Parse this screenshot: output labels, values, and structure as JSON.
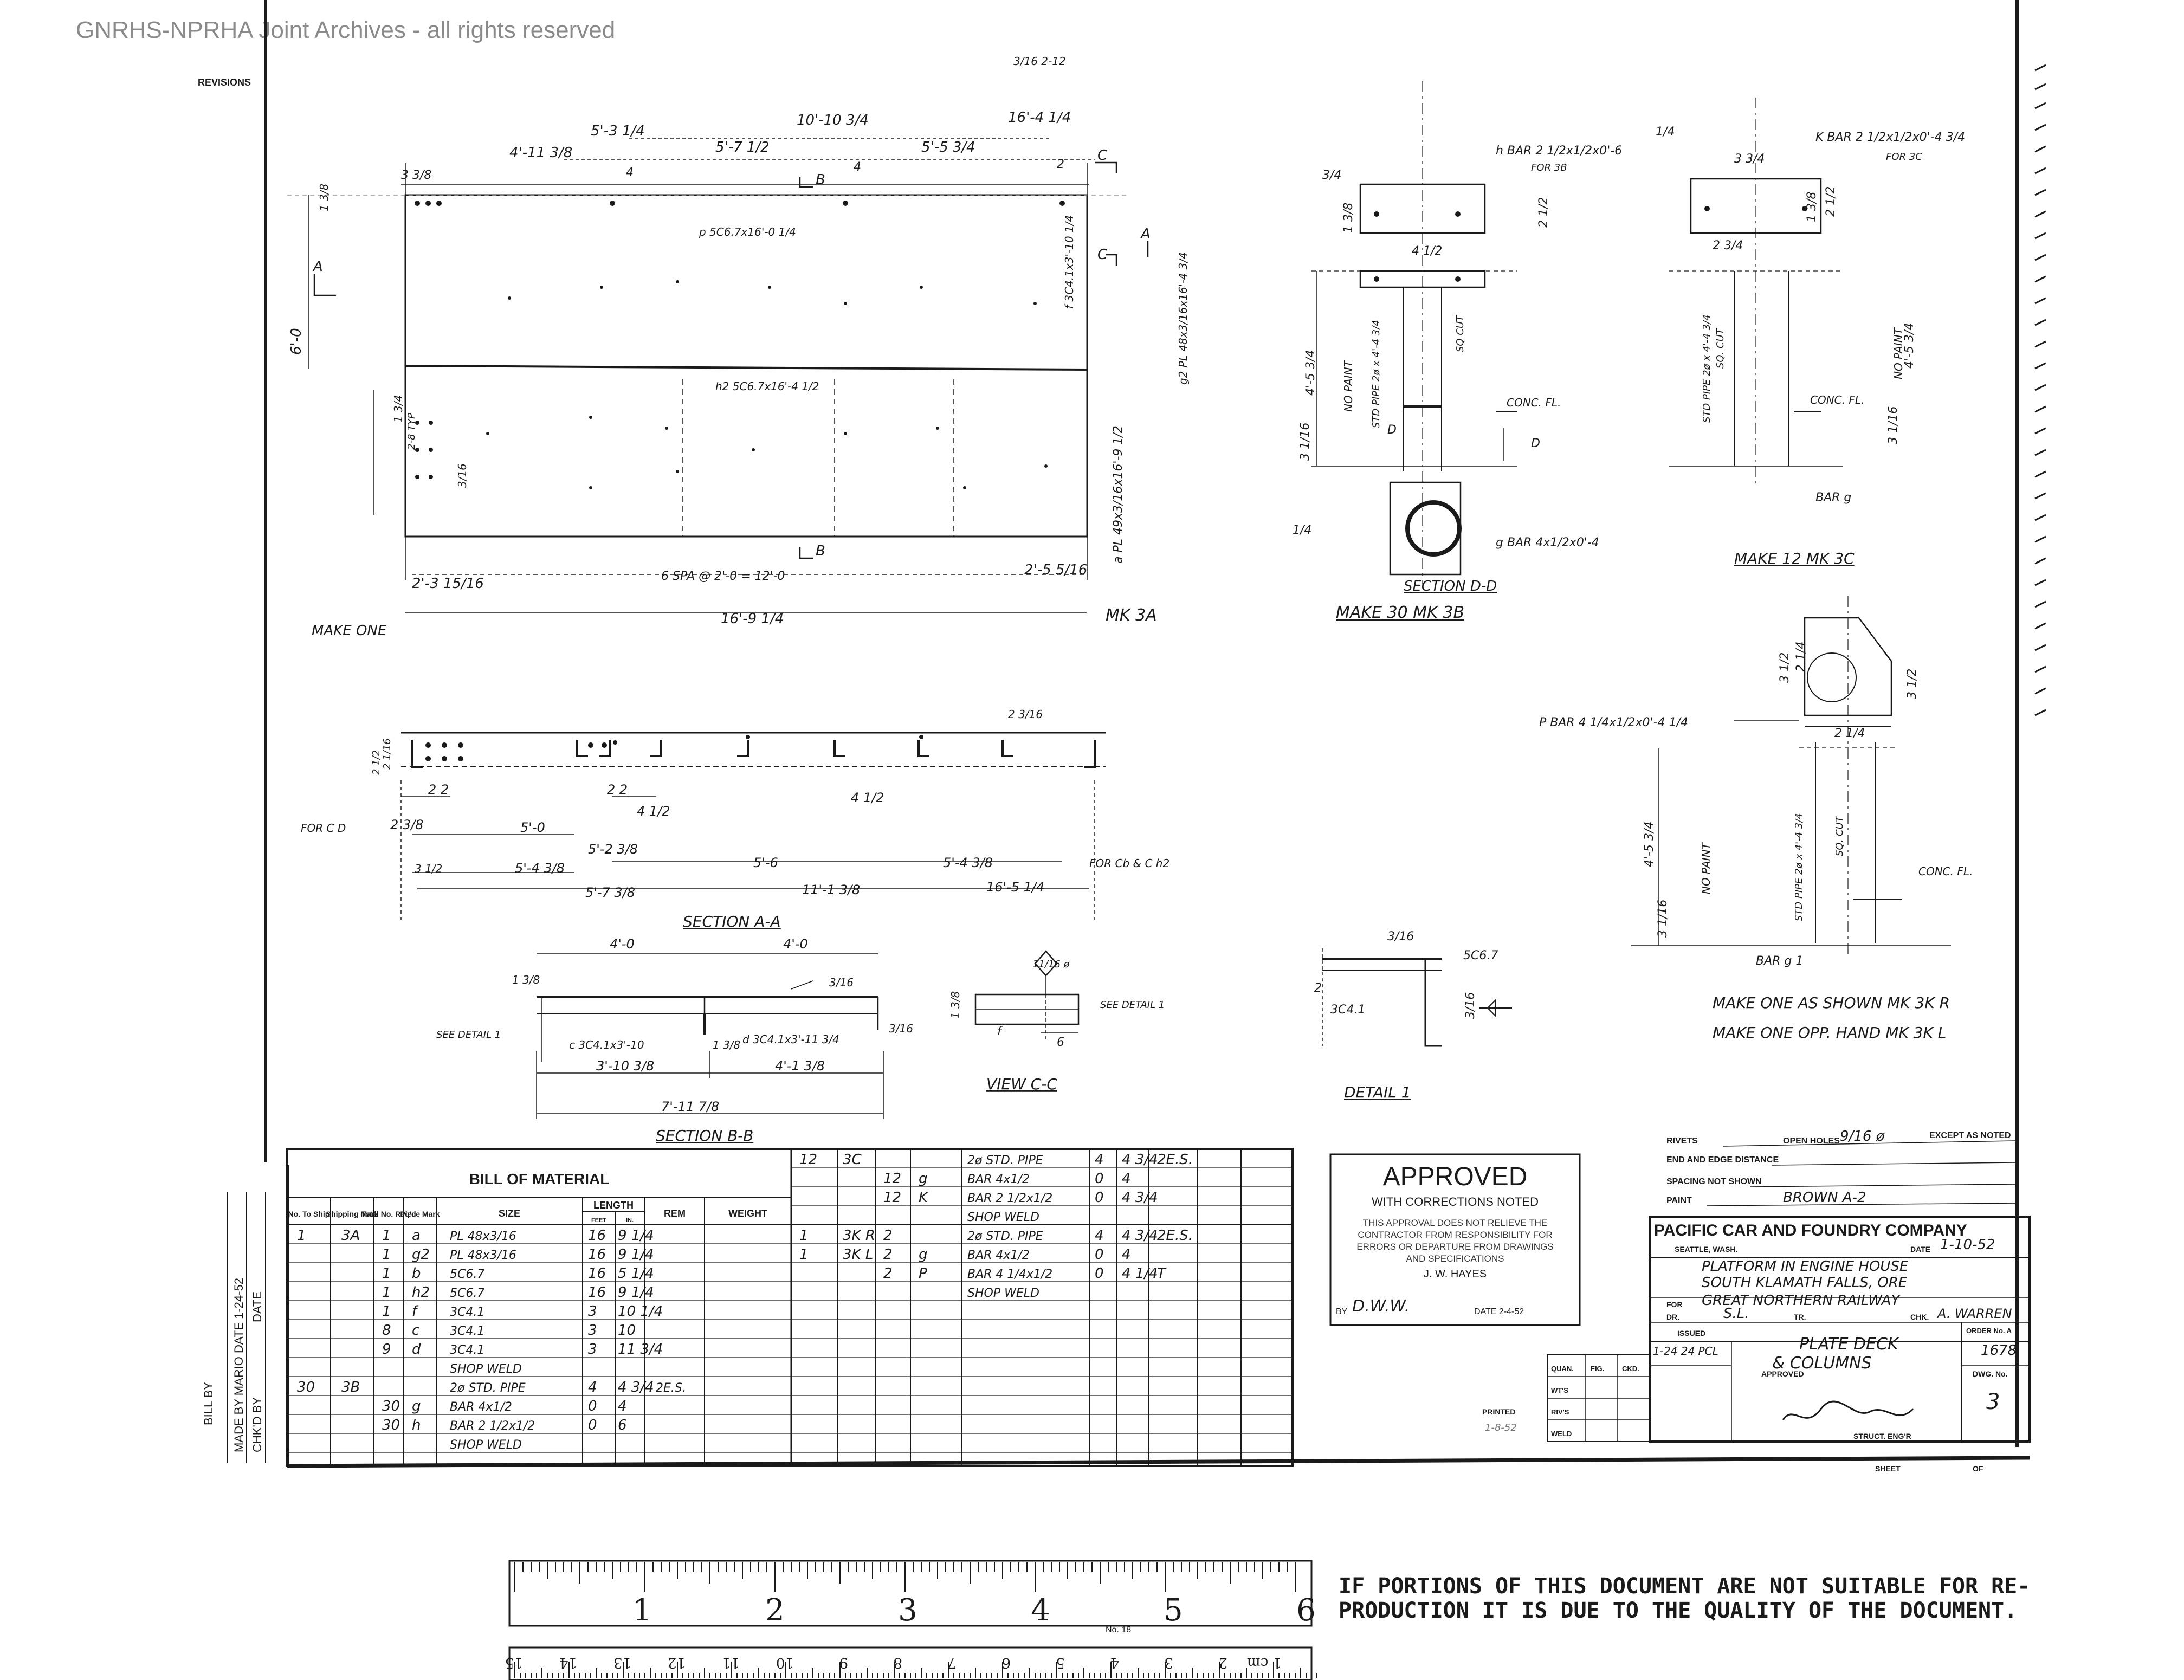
{
  "watermark": "GNRHS-NPRHA Joint Archives - all rights reserved",
  "revisions_label": "REVISIONS",
  "colors": {
    "ink": "#1a1a1a",
    "paper": "#ffffff",
    "light": "#9a9a9a"
  },
  "plan_3a": {
    "top_dims": [
      "4'-11 3/8",
      "5'-3 1/4",
      "5'-7 1/2",
      "10'-10 3/4",
      "5'-5 3/4",
      "16'-4 1/4"
    ],
    "small_dims": [
      "3 3/8",
      "4",
      "4",
      "2"
    ],
    "weld_top": "3/16  2-12",
    "plate_label_p": "p 5C6.7x16'-0 1/4",
    "plate_label_h": "h2 5C6.7x16'-4 1/2",
    "f_label": "f 3C4.1x3'-10 1/4",
    "a_label": "a PL 49x3/16x16'-9 1/2",
    "g_label": "g2 PL 48x3/16x16'-4 3/4",
    "height_dim": "6'-0",
    "left_dims": [
      "1 3/8",
      "1 3/4",
      "2-8 TYP",
      "3/16"
    ],
    "bottom_dims": [
      "2'-3 15/16",
      "6 SPA @ 2'-0 = 12'-0",
      "2'-5 5/16",
      "16'-9 1/4"
    ],
    "mark": "MK 3A",
    "make": "MAKE ONE",
    "section_letters": [
      "A",
      "A",
      "B",
      "B",
      "C",
      "C"
    ]
  },
  "section_aa": {
    "title": "SECTION A-A",
    "dims": [
      "2 1/2",
      "2 1/16",
      "2 2",
      "2 3/8",
      "5'-0",
      "2 2",
      "4 1/2",
      "5'-2 3/8",
      "5'-4 3/8",
      "5'-7 3/8",
      "5'-6",
      "11'-1 3/8",
      "5'-4 3/8",
      "16'-5 1/4",
      "3 1/2",
      "4 1/2",
      "2 3/16"
    ],
    "for_cd": "FOR C D",
    "for_cb": "FOR Cb & C h2"
  },
  "section_bb": {
    "title": "SECTION B-B",
    "dims": [
      "4'-0",
      "4'-0",
      "3'-10 3/8",
      "4'-1 3/8",
      "7'-11 7/8",
      "1 3/8",
      "1 3/8",
      "3/16"
    ],
    "c_label": "c 3C4.1x3'-10",
    "d_label": "d 3C4.1x3'-11 3/4",
    "see_detail": "SEE DETAIL 1"
  },
  "view_cc": {
    "title": "VIEW C-C",
    "dims": [
      "1 3/8",
      "6"
    ],
    "see_detail": "SEE DETAIL 1",
    "hole": "11/16 ø",
    "f_mark": "f"
  },
  "detail_1": {
    "title": "DETAIL 1",
    "labels": [
      "3/16",
      "5C6.7",
      "3C4.1",
      "3/16",
      "2"
    ]
  },
  "mk_3b": {
    "bar_h": "h BAR 2 1/2x1/2x0'-6",
    "for": "FOR 3B",
    "dims": [
      "4 1/2",
      "2 1/2",
      "1 3/8",
      "3/4",
      "4'-5 3/4",
      "3 1/16",
      "1/4"
    ],
    "pipe": "STD PIPE 2ø x 4'-4 3/4",
    "no_paint": "NO PAINT",
    "sq_cut": "SQ CUT",
    "conc": "CONC. FL.",
    "bar_g": "g BAR 4x1/2x0'-4",
    "section": "SECTION D-D",
    "make": "MAKE 30 MK 3B",
    "d_mark": "D"
  },
  "mk_3c": {
    "bar_k": "K BAR 2 1/2x1/2x0'-4 3/4",
    "for": "FOR 3C",
    "dims": [
      "3 3/4",
      "2 3/4",
      "1 3/8",
      "2 1/2",
      "3 1/16",
      "4'-5 3/4",
      "1/4"
    ],
    "pipe": "STD PIPE 2ø x 4'-4 3/4",
    "no_paint": "NO PAINT",
    "sq_cut": "SQ. CUT",
    "conc": "CONC. FL.",
    "bar_g": "BAR g",
    "make": "MAKE 12 MK 3C"
  },
  "mk_3k": {
    "bar_p": "P BAR 4 1/4x1/2x0'-4 1/4",
    "dims": [
      "3 1/2",
      "2 1/4",
      "2 1/4",
      "3 1/2",
      "4'-5 3/4",
      "3 1/16"
    ],
    "pipe": "STD PIPE 2ø x 4'-4 3/4",
    "no_paint": "NO PAINT",
    "sq_cut": "SQ. CUT",
    "conc": "CONC. FL.",
    "bar_g": "BAR g 1",
    "make_1": "MAKE ONE AS SHOWN MK 3K R",
    "make_2": "MAKE ONE OPP. HAND MK 3K L"
  },
  "bom": {
    "title": "BILL OF MATERIAL",
    "headers": [
      "No. To Ship",
      "Shipping Mark",
      "Total No. Req'd",
      "Piece Mark",
      "SIZE",
      "LENGTH",
      "REM",
      "WEIGHT"
    ],
    "length_sub": [
      "FEET",
      "IN."
    ],
    "rows": [
      [
        "1",
        "3A",
        "1",
        "a",
        "PL 48x3/16",
        "16",
        "9 1/4"
      ],
      [
        "",
        "",
        "1",
        "g2",
        "PL 48x3/16",
        "16",
        "9 1/4"
      ],
      [
        "",
        "",
        "1",
        "b",
        "5C6.7",
        "16",
        "5 1/4"
      ],
      [
        "",
        "",
        "1",
        "h2",
        "5C6.7",
        "16",
        "9 1/4"
      ],
      [
        "",
        "",
        "1",
        "f",
        "3C4.1",
        "3",
        "10 1/4"
      ],
      [
        "",
        "",
        "8",
        "c",
        "3C4.1",
        "3",
        "10"
      ],
      [
        "",
        "",
        "9",
        "d",
        "3C4.1",
        "3",
        "11 3/4"
      ],
      [
        "",
        "",
        "",
        "",
        "SHOP WELD",
        "",
        ""
      ],
      [
        "30",
        "3B",
        "",
        "",
        "2ø STD. PIPE",
        "4",
        "4 3/4"
      ],
      [
        "",
        "",
        "30",
        "g",
        "BAR 4x1/2",
        "0",
        "4"
      ],
      [
        "",
        "",
        "30",
        "h",
        "BAR 2 1/2x1/2",
        "0",
        "6"
      ],
      [
        "",
        "",
        "",
        "",
        "SHOP WELD",
        "",
        ""
      ]
    ],
    "row_rem": "2E.S.",
    "right_rows": [
      [
        "12",
        "3C",
        "",
        "",
        "2ø STD. PIPE",
        "4",
        "4 3/4",
        "2E.S."
      ],
      [
        "",
        "",
        "12",
        "g",
        "BAR 4x1/2",
        "0",
        "4",
        ""
      ],
      [
        "",
        "",
        "12",
        "K",
        "BAR 2 1/2x1/2",
        "0",
        "4 3/4",
        ""
      ],
      [
        "",
        "",
        "",
        "",
        "SHOP WELD",
        "",
        "",
        ""
      ],
      [
        "1",
        "3K R",
        "2",
        "",
        "2ø STD. PIPE",
        "4",
        "4 3/4",
        "2E.S."
      ],
      [
        "1",
        "3K L",
        "2",
        "g",
        "BAR 4x1/2",
        "0",
        "4",
        ""
      ],
      [
        "",
        "",
        "2",
        "P",
        "BAR 4 1/4x1/2",
        "0",
        "4 1/4",
        "T"
      ],
      [
        "",
        "",
        "",
        "",
        "SHOP WELD",
        "",
        "",
        ""
      ]
    ]
  },
  "side_labels": {
    "bill_by": "BILL BY",
    "made_by": "MADE BY MARIO  DATE 1-24-52",
    "chkd_by": "CHK'D BY",
    "date": "DATE"
  },
  "approved": {
    "title": "APPROVED",
    "sub": "WITH CORRECTIONS NOTED",
    "body": [
      "THIS APPROVAL DOES NOT RELIEVE THE",
      "CONTRACTOR FROM RESPONSIBILITY FOR",
      "ERRORS OR DEPARTURE FROM DRAWINGS",
      "AND SPECIFICATIONS"
    ],
    "name": "J. W. HAYES",
    "by": "BY",
    "by_sig": "D.W.W.",
    "date": "DATE 2-4-52"
  },
  "notes": {
    "rivets": "RIVETS",
    "open_holes": "OPEN HOLES",
    "hole_size": "9/16 ø",
    "except": "EXCEPT AS NOTED",
    "end_edge": "END AND EDGE DISTANCE",
    "spacing": "SPACING NOT SHOWN",
    "paint": "PAINT",
    "paint_val": "BROWN A-2"
  },
  "title_block": {
    "company": "PACIFIC CAR AND FOUNDRY COMPANY",
    "city": "SEATTLE, WASH.",
    "date_label": "DATE",
    "date": "1-10-52",
    "line1": "PLATFORM IN ENGINE HOUSE",
    "line2": "SOUTH KLAMATH FALLS, ORE",
    "for_label": "FOR",
    "for": "GREAT NORTHERN RAILWAY",
    "dr_label": "DR.",
    "dr": "S.L.",
    "tr_label": "TR.",
    "chk_label": "CHK.",
    "chk": "A. WARREN",
    "issued": "ISSUED",
    "issued_val": "1-24 24 PCL",
    "approved_label": "APPROVED",
    "title1": "PLATE DECK",
    "title2": "& COLUMNS",
    "order_label": "ORDER No. A",
    "order": "1678",
    "dwg_label": "DWG. No.",
    "dwg": "3",
    "struct": "STRUCT. ENG'R",
    "sheet": "SHEET",
    "of": "OF",
    "quan": "QUAN.",
    "fig": "FIG.",
    "cko": "CKD.",
    "wts": "WT'S",
    "rivs": "RIV'S",
    "weld": "WELD",
    "printed": "PRINTED",
    "printed_date": "1-8-52"
  },
  "ruler": {
    "inches": [
      "1",
      "2",
      "3",
      "4",
      "5",
      "6"
    ],
    "cm": [
      "15",
      "14",
      "13",
      "12",
      "11",
      "10",
      "9",
      "8",
      "7",
      "6",
      "5",
      "4",
      "3",
      "2",
      "1 cm"
    ],
    "label": "No. 18"
  },
  "disclaimer": [
    "IF PORTIONS OF THIS DOCUMENT ARE NOT SUITABLE FOR RE-",
    "PRODUCTION IT IS DUE TO THE QUALITY OF THE DOCUMENT."
  ]
}
